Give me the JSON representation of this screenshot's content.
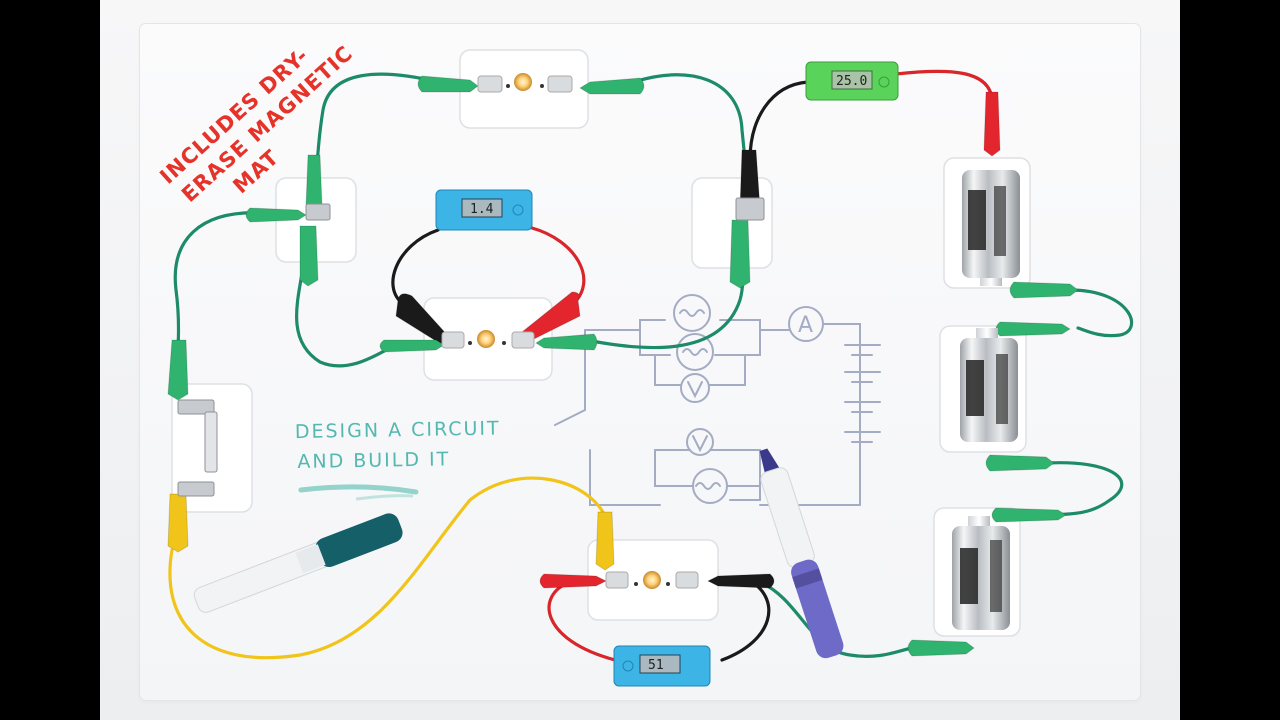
{
  "annotations": {
    "mat_note_lines": [
      "INCLUDES DRY-",
      "ERASE MAGNETIC",
      "MAT"
    ],
    "design_lines": [
      "DESIGN A CIRCUIT",
      "AND BUILD IT"
    ]
  },
  "meters": {
    "green": {
      "reading": "25.0"
    },
    "blue_top": {
      "reading": "1.4"
    },
    "blue_bottom": {
      "reading": "51"
    }
  },
  "schematic": {
    "ammeter_symbol": "A",
    "voltmeter_symbol": "V"
  },
  "colors": {
    "wire_green": "#1d8a6a",
    "wire_red": "#d8262a",
    "wire_black": "#1a1a1a",
    "wire_yellow": "#f0c419",
    "clip_green": "#2fb36e",
    "clip_red": "#e3262d",
    "meter_green": "#5ad35a",
    "meter_blue": "#3cb4e6",
    "marker_teal": "#145f68",
    "marker_blue": "#6e6ac8"
  }
}
